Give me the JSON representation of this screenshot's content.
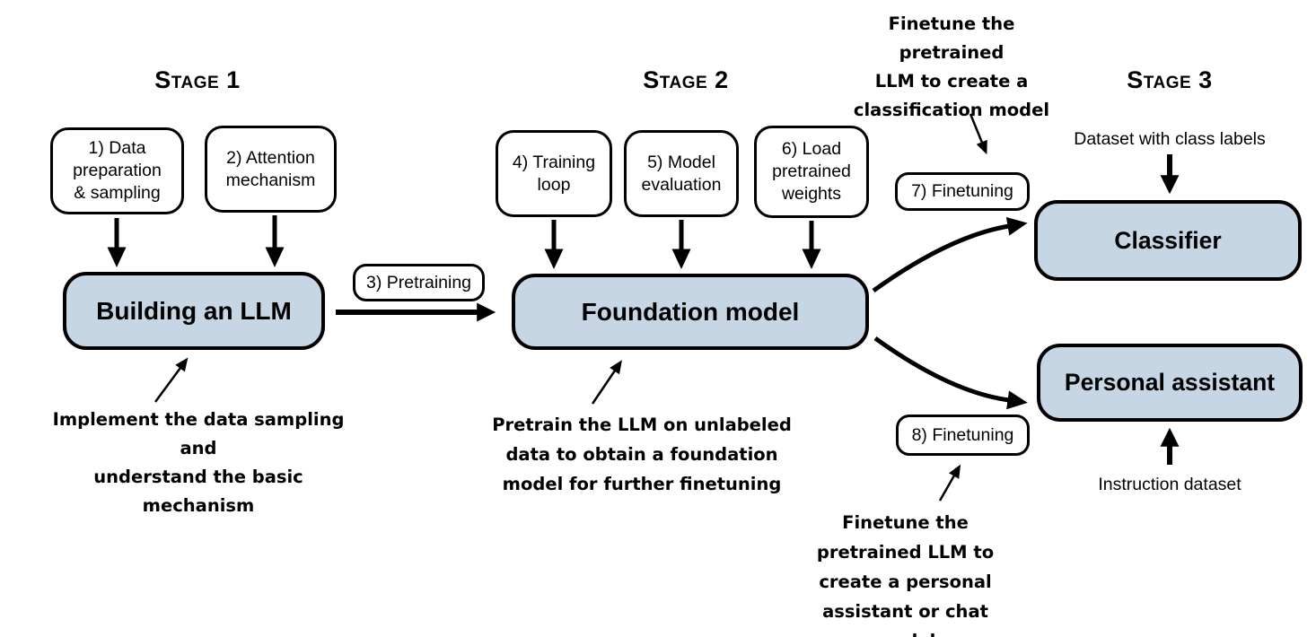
{
  "colors": {
    "background": "#ffffff",
    "box_fill": "#c6d6e5",
    "box_border": "#000000",
    "text": "#000000"
  },
  "stage1": {
    "title": "Stage 1",
    "step1": "1) Data\npreparation\n& sampling",
    "step2": "2) Attention\nmechanism",
    "main_box": "Building an LLM",
    "annotation": "Implement the data sampling and\nunderstand the basic mechanism"
  },
  "stage2": {
    "title": "Stage 2",
    "pretraining_pill": "3) Pretraining",
    "step4": "4) Training\nloop",
    "step5": "5) Model\nevaluation",
    "step6": "6) Load\npretrained\nweights",
    "main_box": "Foundation model",
    "annotation": "Pretrain the LLM on unlabeled\ndata to obtain a foundation\nmodel for further finetuning"
  },
  "stage3": {
    "title": "Stage 3",
    "classifier": {
      "input_label": "Dataset with class labels",
      "box": "Classifier",
      "finetuning_pill": "7) Finetuning",
      "annotation": "Finetune the pretrained\nLLM to create a\nclassification model"
    },
    "assistant": {
      "box": "Personal assistant",
      "input_label": "Instruction dataset",
      "finetuning_pill": "8) Finetuning",
      "annotation": "Finetune the\npretrained LLM to\ncreate a personal\nassistant or chat model"
    }
  }
}
